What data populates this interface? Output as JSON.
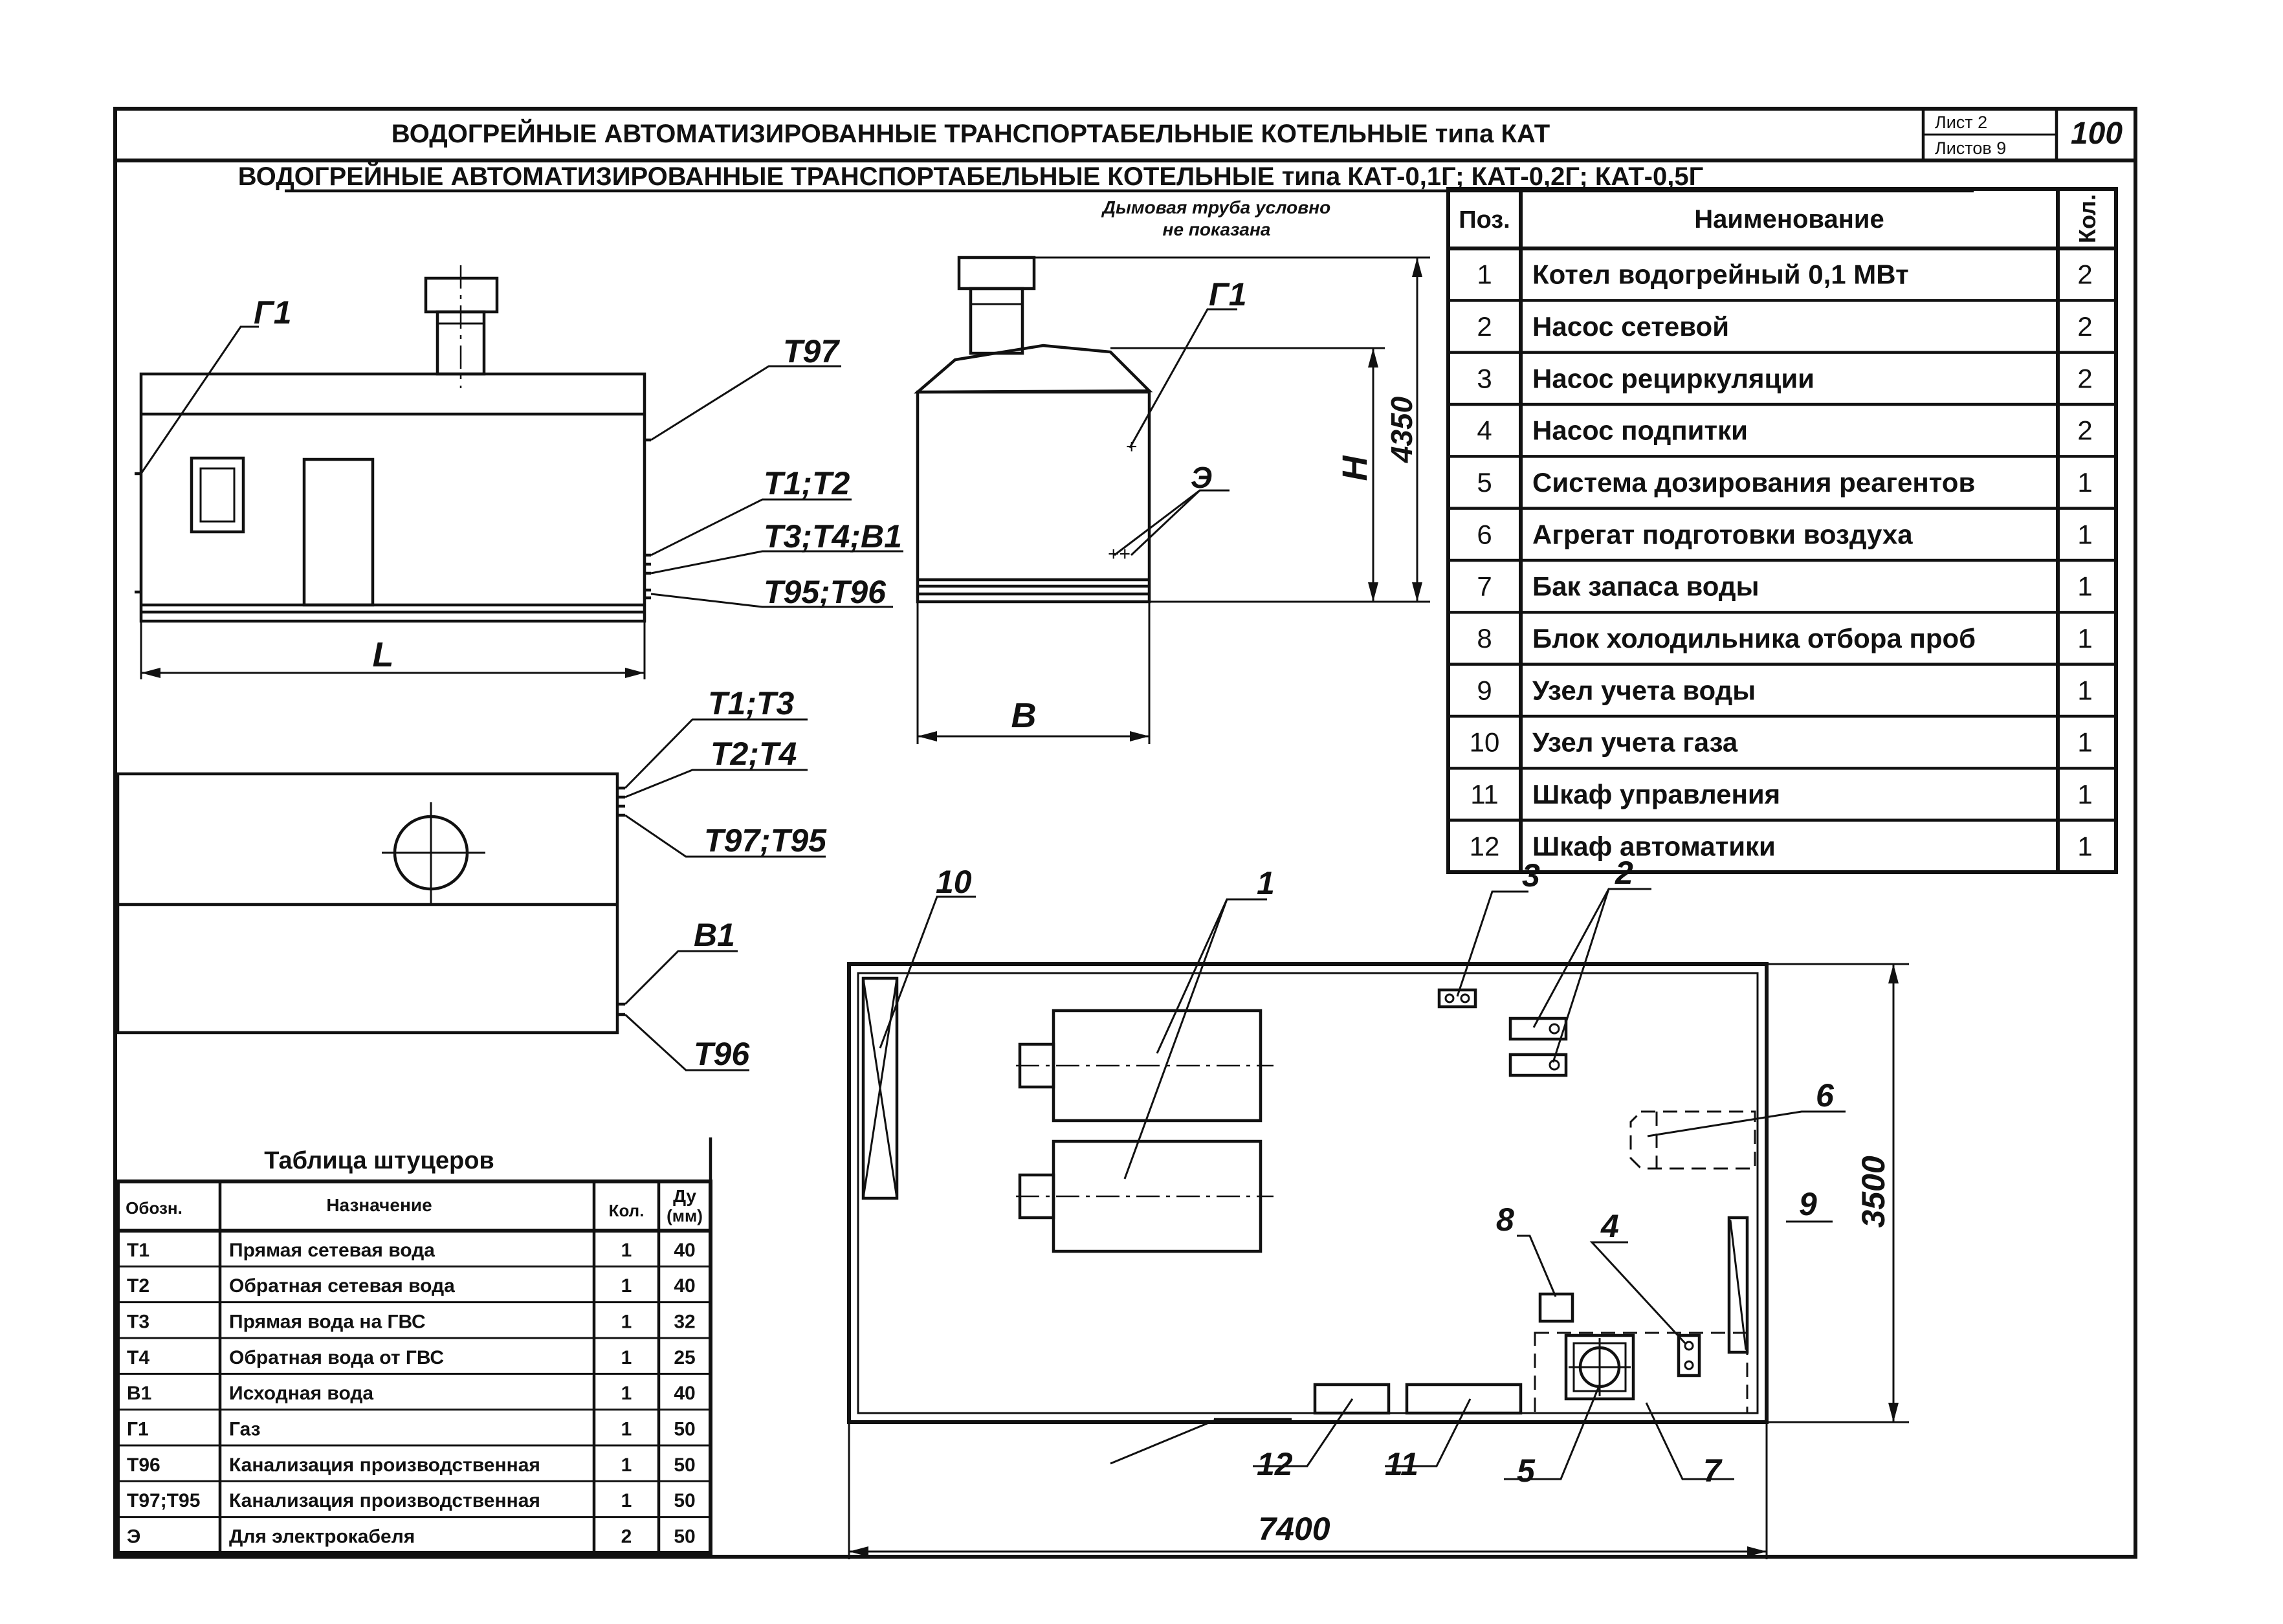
{
  "header": {
    "main_title": "ВОДОГРЕЙНЫЕ АВТОМАТИЗИРОВАННЫЕ ТРАНСПОРТАБЕЛЬНЫЕ КОТЕЛЬНЫЕ типа КАТ",
    "sheet_label": "Лист 2",
    "sheets_label": "Листов 9",
    "page_number": "100",
    "subtitle": "ВОДОГРЕЙНЫЕ АВТОМАТИЗИРОВАННЫЕ ТРАНСПОРТАБЕЛЬНЫЕ КОТЕЛЬНЫЕ типа КАТ-0,1Г; КАТ-0,2Г; КАТ-0,5Г"
  },
  "notes": {
    "chimney_note_1": "Дымовая труба условно",
    "chimney_note_2": "не показана"
  },
  "front_view": {
    "label_g1": "Г1",
    "label_t97": "Т97",
    "label_t1t2": "Т1;Т2",
    "label_t3t4b1": "Т3;Т4;В1",
    "label_t95t96": "Т95;Т96",
    "dim_length": "L"
  },
  "side_view": {
    "label_g1": "Г1",
    "label_e": "Э",
    "dim_h": "H",
    "dim_height": "4350",
    "dim_width": "B"
  },
  "top_view": {
    "label_t1t3": "Т1;Т3",
    "label_t2t4": "Т2;Т4",
    "label_t97t95": "Т97;Т95",
    "label_b1": "В1",
    "label_t96": "Т96"
  },
  "plan_view": {
    "dim_width": "7400",
    "dim_depth": "3500",
    "callouts": {
      "c1": "1",
      "c2": "2",
      "c3": "3",
      "c4": "4",
      "c5": "5",
      "c6": "6",
      "c7": "7",
      "c8": "8",
      "c9": "9",
      "c10": "10",
      "c11": "11",
      "c12": "12"
    }
  },
  "equipment_table": {
    "headers": {
      "pos": "Поз.",
      "name": "Наименование",
      "qty": "Кол."
    },
    "rows": [
      {
        "pos": "1",
        "name": "Котел водогрейный 0,1 МВт",
        "qty": "2"
      },
      {
        "pos": "2",
        "name": "Насос сетевой",
        "qty": "2"
      },
      {
        "pos": "3",
        "name": "Насос рециркуляции",
        "qty": "2"
      },
      {
        "pos": "4",
        "name": "Насос подпитки",
        "qty": "2"
      },
      {
        "pos": "5",
        "name": "Система дозирования реагентов",
        "qty": "1"
      },
      {
        "pos": "6",
        "name": "Агрегат подготовки воздуха",
        "qty": "1"
      },
      {
        "pos": "7",
        "name": "Бак запаса воды",
        "qty": "1"
      },
      {
        "pos": "8",
        "name": "Блок холодильника отбора проб",
        "qty": "1"
      },
      {
        "pos": "9",
        "name": "Узел учета воды",
        "qty": "1"
      },
      {
        "pos": "10",
        "name": "Узел учета газа",
        "qty": "1"
      },
      {
        "pos": "11",
        "name": "Шкаф управления",
        "qty": "1"
      },
      {
        "pos": "12",
        "name": "Шкаф автоматики",
        "qty": "1"
      }
    ]
  },
  "nozzle_table": {
    "title": "Таблица штуцеров",
    "headers": {
      "code": "Обозн.",
      "purpose": "Назначение",
      "qty": "Кол.",
      "dn_1": "Ду",
      "dn_2": "(мм)"
    },
    "rows": [
      {
        "code": "Т1",
        "purpose": "Прямая сетевая вода",
        "qty": "1",
        "dn": "40"
      },
      {
        "code": "Т2",
        "purpose": "Обратная сетевая вода",
        "qty": "1",
        "dn": "40"
      },
      {
        "code": "Т3",
        "purpose": "Прямая вода на ГВС",
        "qty": "1",
        "dn": "32"
      },
      {
        "code": "Т4",
        "purpose": "Обратная вода от ГВС",
        "qty": "1",
        "dn": "25"
      },
      {
        "code": "В1",
        "purpose": "Исходная вода",
        "qty": "1",
        "dn": "40"
      },
      {
        "code": "Г1",
        "purpose": "Газ",
        "qty": "1",
        "dn": "50"
      },
      {
        "code": "Т96",
        "purpose": "Канализация производственная",
        "qty": "1",
        "dn": "50"
      },
      {
        "code": "Т97;Т95",
        "purpose": "Канализация производственная",
        "qty": "1",
        "dn": "50"
      },
      {
        "code": "Э",
        "purpose": "Для электрокабеля",
        "qty": "2",
        "dn": "50"
      }
    ]
  }
}
